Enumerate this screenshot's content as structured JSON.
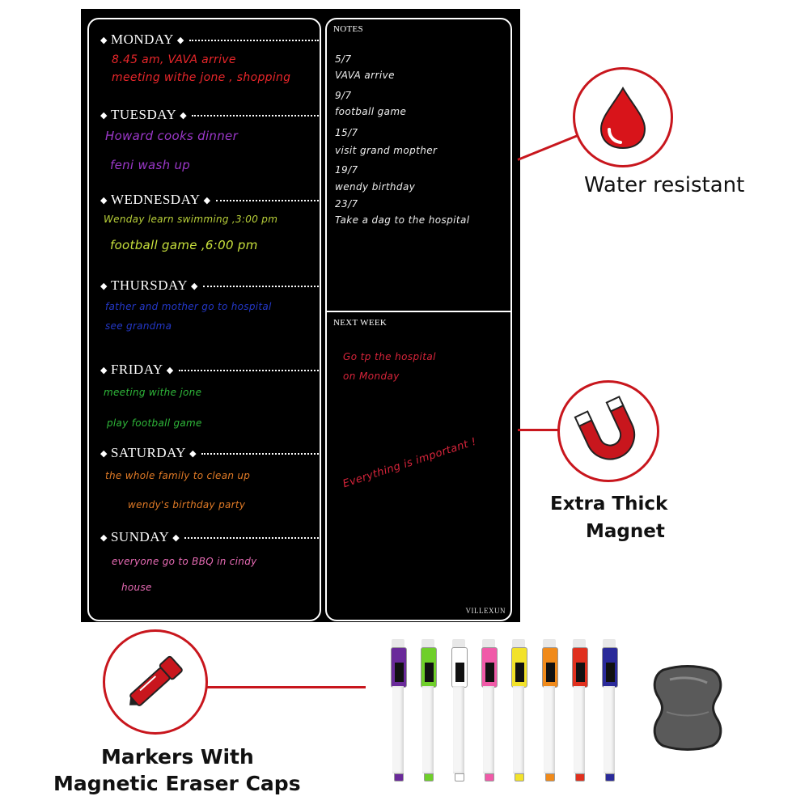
{
  "board": {
    "days": [
      {
        "name": "MONDAY",
        "entries": [
          {
            "text": "8.45 am, VAVA arrive",
            "color": "#e8262a"
          },
          {
            "text": "meeting withe jone ,  shopping",
            "color": "#e8262a"
          }
        ]
      },
      {
        "name": "TUESDAY",
        "entries": [
          {
            "text": "Howard cooks dinner",
            "color": "#9b38c9"
          },
          {
            "text": "feni wash up",
            "color": "#9b38c9"
          }
        ]
      },
      {
        "name": "WEDNESDAY",
        "entries": [
          {
            "text": "Wenday learn swimming ,3:00 pm",
            "color": "#b8cf39"
          },
          {
            "text": "football game ,6:00 pm",
            "color": "#c8e03c"
          }
        ]
      },
      {
        "name": "THURSDAY",
        "entries": [
          {
            "text": "father and mother go to hospital",
            "color": "#2438c8"
          },
          {
            "text": "see grandma",
            "color": "#2438c8"
          }
        ]
      },
      {
        "name": "FRIDAY",
        "entries": [
          {
            "text": "meeting withe jone",
            "color": "#2fb83a"
          },
          {
            "text": "play football game",
            "color": "#2fb83a"
          }
        ]
      },
      {
        "name": "SATURDAY",
        "entries": [
          {
            "text": "the whole family to clean up",
            "color": "#e07a26"
          },
          {
            "text": "wendy's birthday party",
            "color": "#e07a26"
          }
        ]
      },
      {
        "name": "SUNDAY",
        "entries": [
          {
            "text": "everyone go to  BBQ  in cindy",
            "color": "#e86bb5"
          },
          {
            "text": "house",
            "color": "#e86bb5"
          }
        ]
      }
    ],
    "notes_label": "NOTES",
    "notes_lines": [
      "5/7",
      "VAVA  arrive",
      "9/7",
      "football  game",
      "15/7",
      "visit grand mopther",
      "19/7",
      "wendy birthday",
      "23/7",
      "Take a dag to the hospital"
    ],
    "next_week_label": "NEXT WEEK",
    "next_week_lines": [
      {
        "text": "Go tp the hospital",
        "color": "#d6243a"
      },
      {
        "text": "on Monday",
        "color": "#d6243a"
      }
    ],
    "important_note": {
      "text": "Everything is important !",
      "color": "#d6243a"
    },
    "brand": "VILLEXUN"
  },
  "features": {
    "water": {
      "label": "Water resistant",
      "icon": "water-drop-icon"
    },
    "magnet": {
      "label_line1": "Extra Thick",
      "label_line2": "Magnet",
      "icon": "magnet-icon"
    },
    "markers": {
      "label_line1": "Markers With",
      "label_line2": "Magnetic Eraser Caps",
      "icon": "marker-icon"
    }
  },
  "marker_colors": [
    "#6a2a9a",
    "#6fcf2a",
    "#ffffff",
    "#f05aa8",
    "#f2e22a",
    "#f08a1a",
    "#e0301e",
    "#2a2a9a"
  ],
  "accent": "#c8161d"
}
